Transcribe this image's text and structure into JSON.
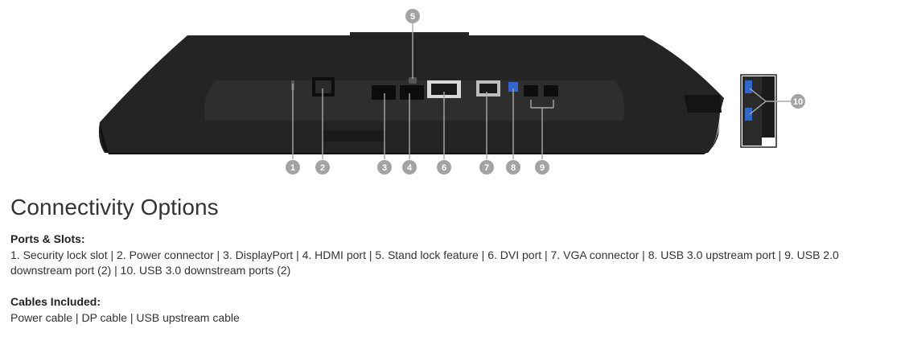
{
  "figure": {
    "callouts": [
      "1",
      "2",
      "3",
      "4",
      "5",
      "6",
      "7",
      "8",
      "9",
      "10"
    ],
    "colors": {
      "monitor": "#1f1f1f",
      "callout": "#a3a3a3",
      "frame": "#222222"
    }
  },
  "content": {
    "title": "Connectivity Options",
    "ports_heading": "Ports & Slots:",
    "ports_text": "1. Security lock slot | 2. Power connector | 3. DisplayPort | 4. HDMI port | 5. Stand lock feature | 6. DVI port | 7. VGA connector | 8. USB 3.0 upstream port | 9. USB 2.0 downstream port (2) | 10. USB 3.0 downstream ports (2)",
    "cables_heading": "Cables Included:",
    "cables_text": "Power cable | DP cable | USB upstream cable"
  }
}
